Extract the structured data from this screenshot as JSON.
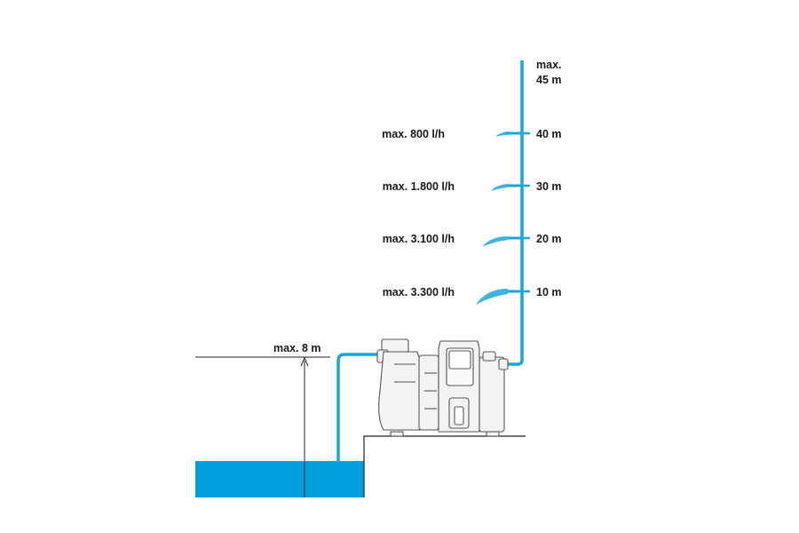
{
  "colors": {
    "water": "#00a0dc",
    "pipe": "#1aa6dc",
    "line": "#222222",
    "pump_stroke": "#555555",
    "pump_fill": "#f3f3f3"
  },
  "suction": {
    "label": "max. 8 m"
  },
  "delivery": {
    "top_label_line1": "max.",
    "top_label_line2": "45 m",
    "levels": [
      {
        "height": "40 m",
        "flow": "max. 800 l/h"
      },
      {
        "height": "30 m",
        "flow": "max. 1.800 l/h"
      },
      {
        "height": "20 m",
        "flow": "max. 3.100 l/h"
      },
      {
        "height": "10 m",
        "flow": "max. 3.300 l/h"
      }
    ]
  }
}
